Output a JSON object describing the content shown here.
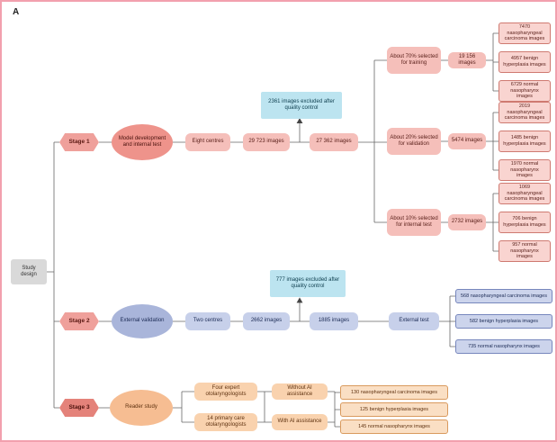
{
  "panel_label": "A",
  "colors": {
    "border_pink": "#f2a0ae",
    "stage_hexagon_pink": "#efa09b",
    "stage3_hexagon_red": "#e4827a",
    "salmon_ellipse": "#ee938b",
    "light_pink_box": "#f5bfba",
    "cyan_note_box": "#bce4f0",
    "periwinkle_ellipse": "#a9b5da",
    "light_blue_box": "#c7d0ea",
    "peach_ellipse": "#f6bd92",
    "light_peach_box": "#f9d2ae",
    "gray_box": "#d9d9d9"
  },
  "root": {
    "label": "Study design"
  },
  "stage1": {
    "stage_label": "Stage 1",
    "title": "Model development and internal test",
    "centres": "Eight centres",
    "images_initial": "29 723 images",
    "excluded_note": "2361 images excluded after quality control",
    "images_after": "27 362 images",
    "splits": [
      {
        "label": "About 70% selected for training",
        "count": "19 156 images",
        "classes": [
          "7470 nasopharyngeal carcinoma images",
          "4957 benign hyperplasia images",
          "6729 normal nasopharynx images"
        ]
      },
      {
        "label": "About 20% selected for validation",
        "count": "5474 images",
        "classes": [
          "2019 nasopharyngeal carcinoma images",
          "1485 benign hyperplasia images",
          "1970 normal nasopharynx images"
        ]
      },
      {
        "label": "About 10% selected for internal test",
        "count": "2732 images",
        "classes": [
          "1069 nasopharyngeal carcinoma images",
          "706 benign hyperplasia images",
          "957 normal nasopharynx images"
        ]
      }
    ]
  },
  "stage2": {
    "stage_label": "Stage 2",
    "title": "External validation",
    "centres": "Two centres",
    "images_initial": "2662 images",
    "excluded_note": "777 images excluded after quality control",
    "images_after": "1885 images",
    "test_label": "External test",
    "classes": [
      "568 nasopharyngeal carcinoma images",
      "582 benign hyperplasia images",
      "735 normal nasopharynx images"
    ]
  },
  "stage3": {
    "stage_label": "Stage 3",
    "title": "Reader study",
    "readers": [
      "Four expert otolaryngologists",
      "14 primary care otolaryngologists"
    ],
    "conditions": [
      "Without AI assistance",
      "With AI assistance"
    ],
    "classes": [
      "130 nasopharyngeal carcinoma images",
      "125 benign hyperplasia images",
      "145 normal nasopharynx images"
    ]
  }
}
